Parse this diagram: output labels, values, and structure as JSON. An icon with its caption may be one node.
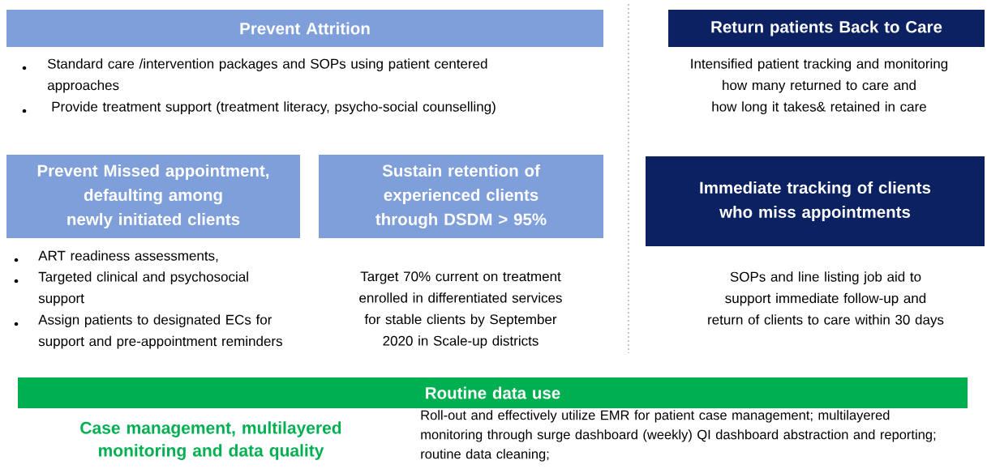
{
  "diagram": {
    "nodes": [
      {
        "text": [
          "Prevent Attrition"
        ]
      },
      {
        "text": [
          "Return patients Back to Care"
        ]
      },
      {
        "text": [
          "Prevent Missed appointment, defaulting among newly initiated clients"
        ]
      },
      {
        "text": [
          "Sustain retention of experienced clients through DSDM > 95%"
        ]
      },
      {
        "text": [
          "Immediate tracking of clients who miss appointments"
        ]
      },
      {
        "text": [
          "Routine data use"
        ]
      }
    ],
    "labels": [
      "Standard care /intervention packages and SOPs using patient centered approaches",
      "Provide treatment support (treatment literacy, psycho-social counselling)",
      "Intensified patient tracking and monitoring how many returned to care and how long it takes& retained in care",
      "ART readiness assessments,",
      "Targeted clinical and psychosocial support",
      "Assign patients to designated ECs for support and pre-appointment reminders",
      "Target 70% current on treatment enrolled in differentiated services for  stable clients by September 2020 in Scale-up districts",
      "SOPs and line listing job aid to support immediate follow-up and return of clients to care within 30 days",
      "Case management, multilayered monitoring and data quality",
      "Roll-out and effectively utilize EMR for patient case management; multilayered monitoring through surge dashboard (weekly)  QI dashboard abstraction and reporting; routine data cleaning;"
    ]
  }
}
